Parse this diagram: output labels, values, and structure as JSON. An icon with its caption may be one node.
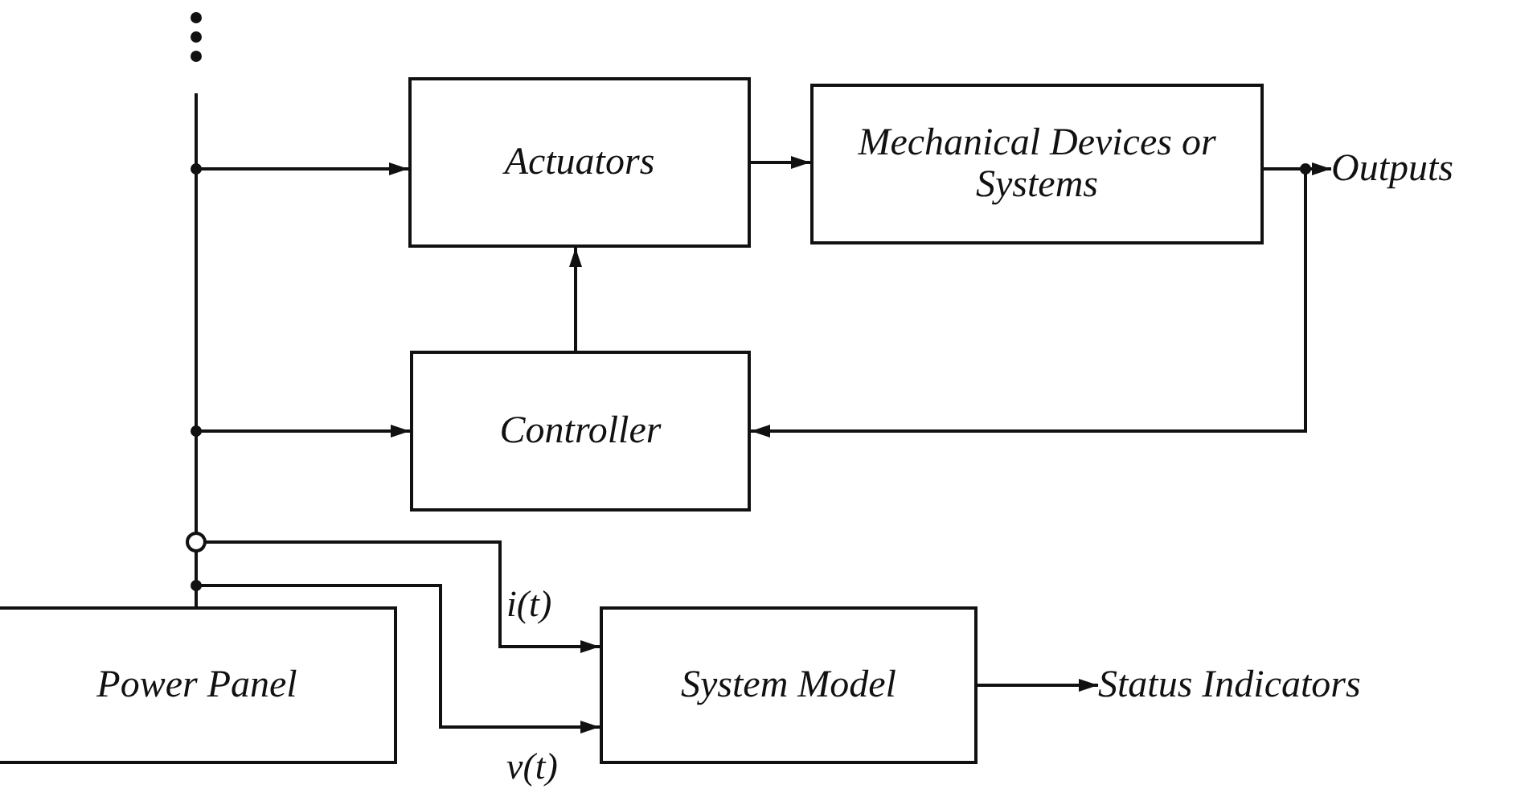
{
  "diagram": {
    "nodes": [
      {
        "text": [
          "Actuators"
        ]
      },
      {
        "text": [
          "Mechanical Devices or Systems"
        ]
      },
      {
        "text": [
          "Outputs"
        ]
      },
      {
        "text": [
          "Controller"
        ]
      },
      {
        "text": [
          "Power Panel"
        ]
      },
      {
        "text": [
          "System Model"
        ]
      },
      {
        "text": [
          "Status Indicators"
        ]
      }
    ],
    "edges": [
      {
        "from": 4,
        "to": 0,
        "arrow": "to"
      },
      {
        "from": 0,
        "to": 1,
        "arrow": "to"
      },
      {
        "from": 1,
        "to": 2,
        "arrow": "to"
      },
      {
        "from": 1,
        "to": 3,
        "arrow": "to"
      },
      {
        "from": 3,
        "to": 0,
        "arrow": "to"
      },
      {
        "from": 4,
        "to": 3,
        "arrow": "to"
      },
      {
        "from": 4,
        "to": 5,
        "arrow": "to",
        "label": "i(t)"
      },
      {
        "from": 4,
        "to": 5,
        "arrow": "to",
        "label": "v(t)"
      },
      {
        "from": 5,
        "to": 6,
        "arrow": "to"
      }
    ]
  }
}
